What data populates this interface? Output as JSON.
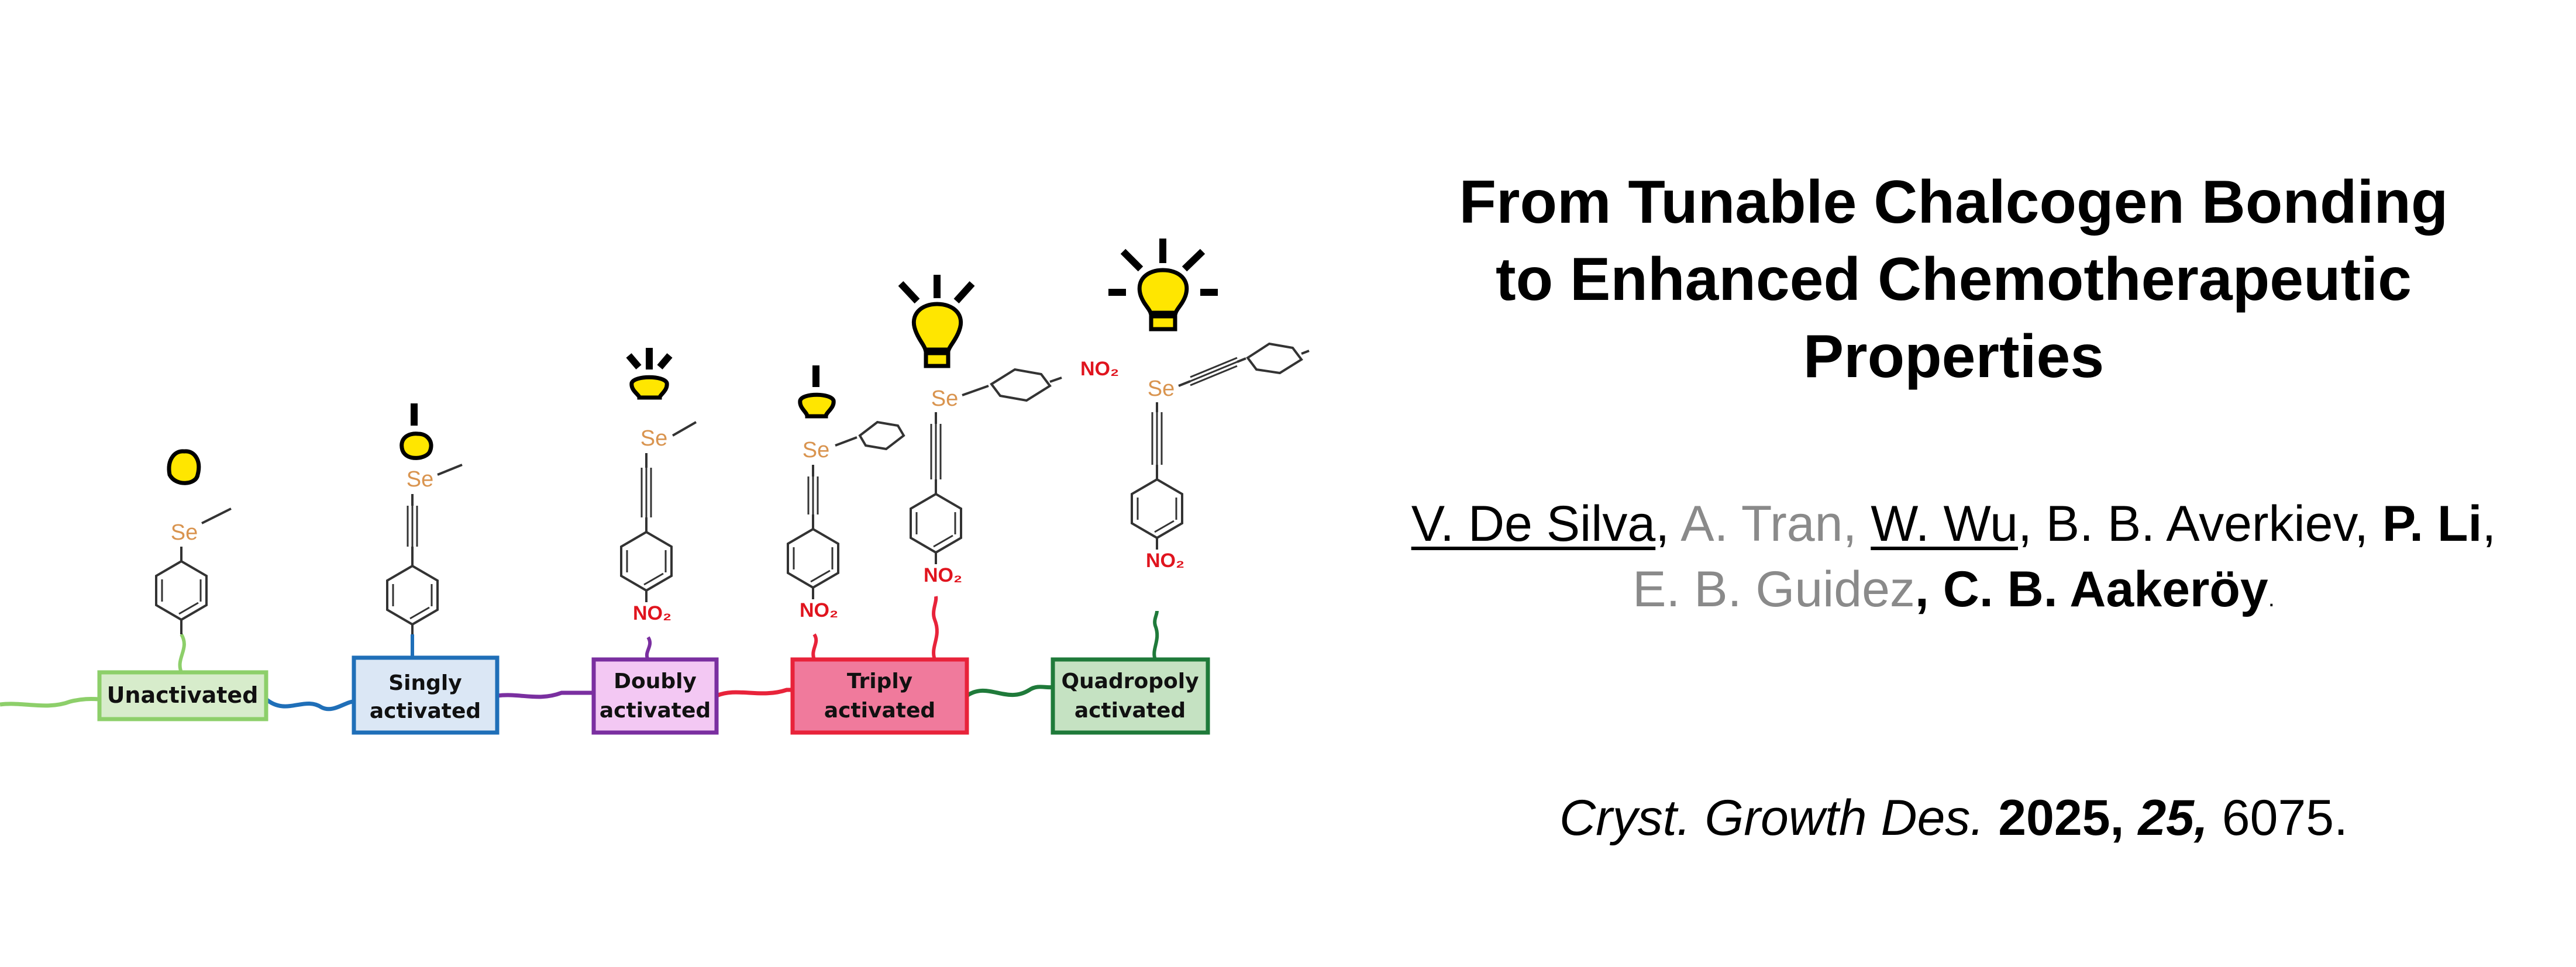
{
  "title": {
    "line1": "From Tunable Chalcogen Bonding",
    "line2": "to Enhanced Chemotherapeutic",
    "line3": "Properties"
  },
  "authors": {
    "a1": "V. De Silva",
    "sep1": ", ",
    "a2": "A. Tran, ",
    "a3": "W. Wu",
    "a4": ", B. B. Averkiev, ",
    "a5": "P. Li",
    "sep5": ",",
    "a6": "E. B. Guidez",
    "a7": ", C. B. Aakeröy",
    "end": "."
  },
  "citation": {
    "journal": "Cryst. Growth Des. ",
    "year": "2025,",
    "volume": " 25,",
    "page": " 6075."
  },
  "scheme": {
    "labels": [
      {
        "line1": "Unactivated",
        "line2": ""
      },
      {
        "line1": "Singly",
        "line2": "activated"
      },
      {
        "line1": "Doubly",
        "line2": "activated"
      },
      {
        "line1": "Triply",
        "line2": "activated"
      },
      {
        "line1": "Quadropoly",
        "line2": "activated"
      }
    ],
    "se": "Se",
    "no2": "NO₂",
    "colors": {
      "unactivated": "#8dcf6a",
      "singly": "#1f6fb8",
      "doubly": "#7a2fa0",
      "triply": "#e8233a",
      "quadropoly": "#1f7a3a",
      "se": "#d9944f",
      "no2": "#e0141e",
      "bulb": "#ffe600"
    }
  }
}
